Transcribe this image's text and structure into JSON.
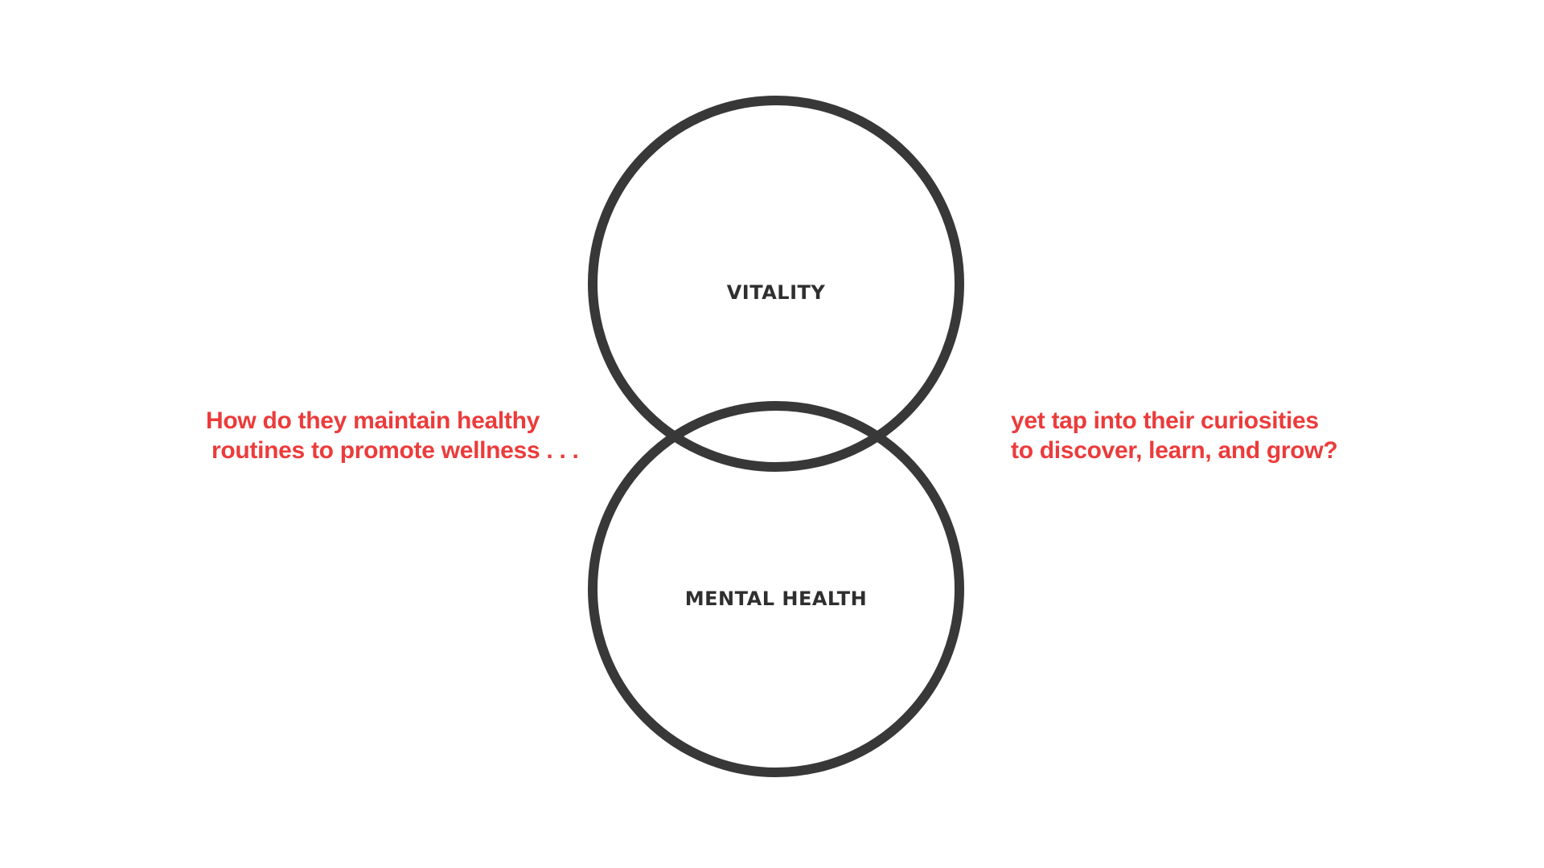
{
  "colors": {
    "background": "#ffffff",
    "circle_stroke": "#383838",
    "label_text": "#2f2f2f",
    "question_text": "#ec3b3b"
  },
  "diagram": {
    "circles": [
      {
        "label": "VITALITY"
      },
      {
        "label": "MENTAL HEALTH"
      }
    ]
  },
  "questions": {
    "left": {
      "line1": "How do they maintain healthy",
      "line2": "routines to promote wellness . . ."
    },
    "right": {
      "line1": "yet tap into their curiosities",
      "line2": "to discover, learn, and grow?"
    }
  }
}
